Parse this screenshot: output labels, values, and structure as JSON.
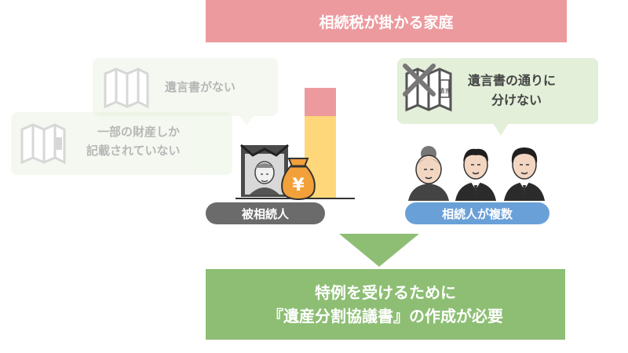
{
  "header": {
    "title": "相続税が掛かる家庭"
  },
  "left_bubbles": {
    "no_will": "遺言書がない",
    "partial_line1": "一部の財産しか",
    "partial_line2": "記載されていない"
  },
  "right_bubble": {
    "line1": "遺言書の通りに",
    "line2": "分けない"
  },
  "document_label": "遺言",
  "yen_symbol": "¥",
  "labels": {
    "deceased": "被相続人",
    "heirs": "相続人が複数"
  },
  "result": {
    "line1": "特例を受けるために",
    "line2": "『遺産分割協議書』の作成が必要"
  },
  "colors": {
    "header": "#ec9a9e",
    "bubble": "#e3efd8",
    "deceased_pill": "#6b6b6b",
    "heirs_pill": "#6aa0d8",
    "arrow": "#8dbe74",
    "result_box": "#8dbe74",
    "bar_red": "#ec9a9e",
    "bar_yellow": "#fdd77a",
    "money_bag": "#f2a03a"
  }
}
